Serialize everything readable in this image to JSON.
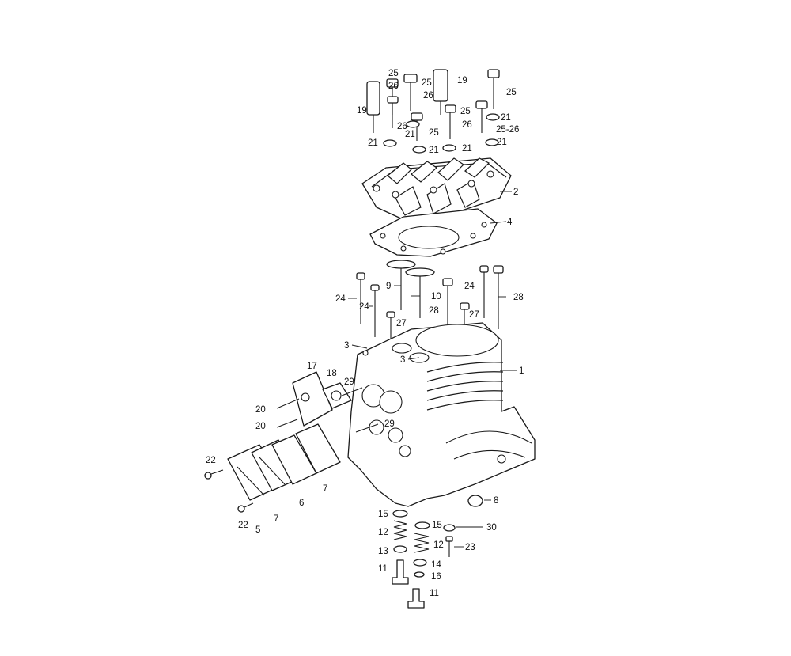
{
  "callouts": {
    "c1": "1",
    "c2": "2",
    "c3a": "3",
    "c3b": "3",
    "c4": "4",
    "c5": "5",
    "c6": "6",
    "c7a": "7",
    "c7b": "7",
    "c8": "8",
    "c9": "9",
    "c10": "10",
    "c11a": "11",
    "c11b": "11",
    "c12a": "12",
    "c12b": "12",
    "c13": "13",
    "c14": "14",
    "c15a": "15",
    "c15b": "15",
    "c16": "16",
    "c17": "17",
    "c18": "18",
    "c19a": "19",
    "c19b": "19",
    "c20a": "20",
    "c20b": "20",
    "c21a": "21",
    "c21b": "21",
    "c21c": "21",
    "c21d": "21",
    "c21e": "21",
    "c21f": "21",
    "c22a": "22",
    "c22b": "22",
    "c23": "23",
    "c24a": "24",
    "c24b": "24",
    "c24c": "24",
    "c25a": "25",
    "c25b": "25",
    "c25c": "25",
    "c25d": "25",
    "c25e": "25",
    "c25f": "25-26",
    "c26a": "26",
    "c26b": "26",
    "c26c": "26",
    "c26d": "26",
    "c27a": "27",
    "c27b": "27",
    "c28a": "28",
    "c28b": "28",
    "c29a": "29",
    "c29b": "29",
    "c30": "30"
  }
}
